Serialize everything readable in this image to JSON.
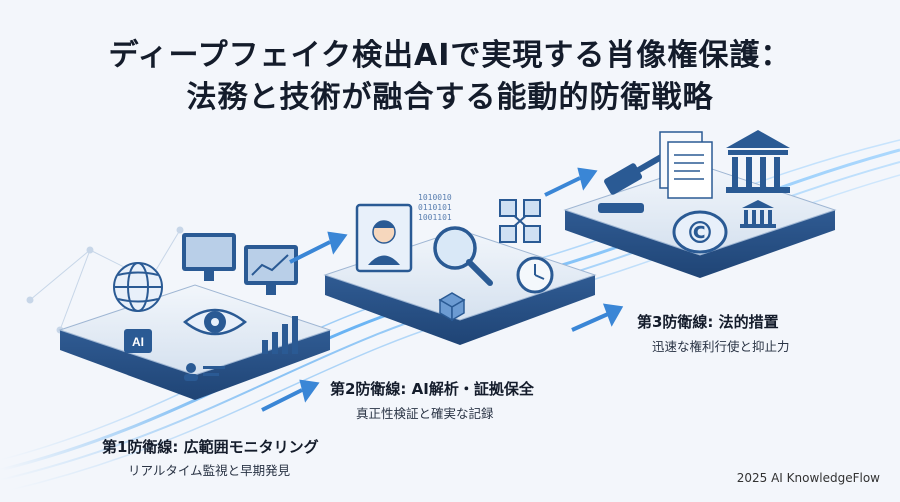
{
  "title": {
    "line1": "ディープフェイク検出AIで実現する肖像権保護：",
    "line2": "法務と技術が融合する能動的防衛戦略"
  },
  "stages": [
    {
      "heading": "第1防衛線: 広範囲モニタリング",
      "subtitle": "リアルタイム監視と早期発見"
    },
    {
      "heading": "第2防衛線: AI解析・証拠保全",
      "subtitle": "真正性検証と確実な記録"
    },
    {
      "heading": "第3防衛線: 法的措置",
      "subtitle": "迅速な権利行使と抑止力"
    }
  ],
  "ai_badge": "AI",
  "copyright_symbol": "©",
  "credit": "2025 AI KnowledgeFlow",
  "colors": {
    "platform": "#2f5d96",
    "platform_top": "#e4ecf6",
    "accent": "#3a86d6",
    "stream": "#4aa3f0"
  }
}
